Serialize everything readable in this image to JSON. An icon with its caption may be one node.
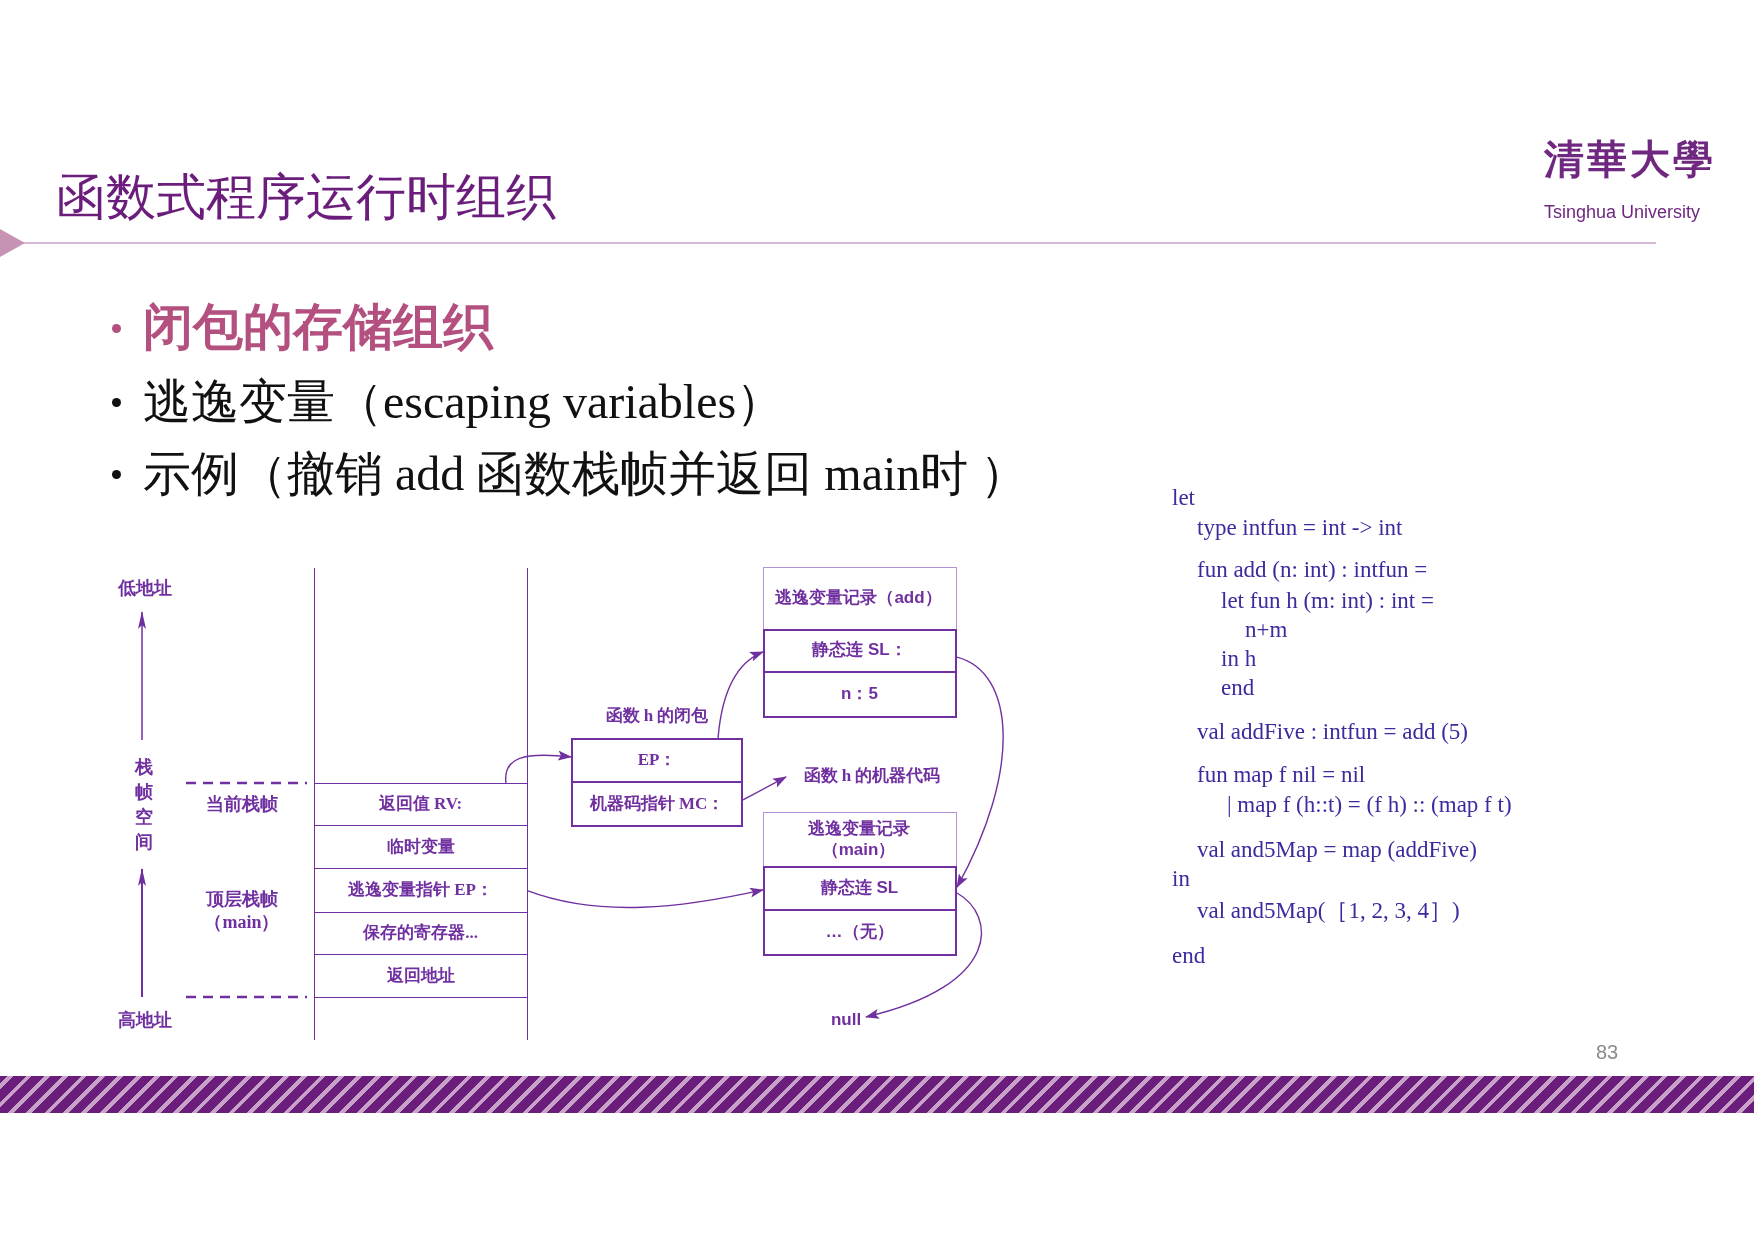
{
  "diagram": {
    "title": "函数式程序运行时组织",
    "nodes": [
      {
        "text": [],
        "shape": "box"
      },
      {
        "text": [
          "返回值 RV:"
        ],
        "in": 0
      },
      {
        "text": [
          "临时变量"
        ],
        "in": 0
      },
      {
        "text": [
          "逃逸变量指针 EP："
        ],
        "in": 0
      },
      {
        "text": [
          "保存的寄存器..."
        ],
        "in": 0
      },
      {
        "text": [
          "返回地址"
        ],
        "in": 0
      },
      {
        "text": [
          "函数 h 的闭包"
        ]
      },
      {
        "text": [
          "EP："
        ],
        "in": 6
      },
      {
        "text": [
          "机器码指针 MC："
        ],
        "in": 6
      },
      {
        "text": [
          "函数 h 的机器代码"
        ]
      },
      {
        "text": [
          "逃逸变量记录（add）"
        ]
      },
      {
        "text": [
          "静态连 SL："
        ],
        "in": 10
      },
      {
        "text": [
          "n：5"
        ],
        "in": 10
      },
      {
        "text": [
          "逃逸变量记录（main）"
        ]
      },
      {
        "text": [
          "静态连 SL"
        ],
        "in": 13
      },
      {
        "text": [
          "…（无）"
        ],
        "in": 13
      },
      {
        "text": [
          "null"
        ]
      }
    ],
    "edges": [
      {
        "from": 1,
        "to": 7,
        "arrow": "to"
      },
      {
        "from": 7,
        "to": 11,
        "arrow": "to"
      },
      {
        "from": 8,
        "to": 9,
        "arrow": "to"
      },
      {
        "from": 11,
        "to": 14,
        "arrow": "to"
      },
      {
        "from": 3,
        "to": 14,
        "arrow": "to"
      },
      {
        "from": 14,
        "to": 16,
        "arrow": "to"
      }
    ],
    "labels": [
      "清華大學",
      "Tsinghua University",
      "闭包的存储组织",
      "逃逸变量（escaping variables）",
      "示例（撤销 add 函数栈帧并返回 main时 ）",
      "低地址",
      "栈帧空间",
      "当前栈帧",
      "顶层栈帧（main）",
      "高地址",
      "let",
      "type intfun = int -> int",
      "fun add (n: int) : intfun =",
      "let fun h (m: int) : int =",
      "n+m",
      "in h",
      "end",
      "val addFive : intfun = add (5)",
      "fun map f nil = nil",
      "| map f (h::t) = (f h) :: (map f t)",
      "val and5Map = map (addFive)",
      "in",
      "val and5Map(［1, 2, 3, 4］)",
      "end",
      "83"
    ]
  }
}
